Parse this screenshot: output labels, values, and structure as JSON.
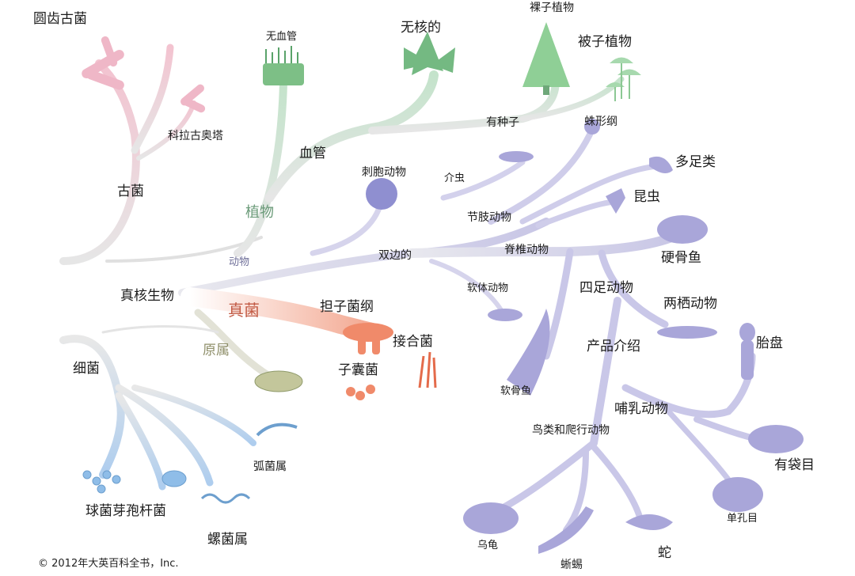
{
  "colors": {
    "archaea": "#f2c7d2",
    "plants": "#cfe8d5",
    "animals": "#cccbe6",
    "fungi": "#f2a894",
    "bacteria": "#c6dbf0",
    "trunk": "#d9d9d9",
    "animal_icon": "#a9a6d9",
    "plant_icon": "#7dbf86",
    "fungus_icon": "#f08a6a",
    "bacteria_icon": "#8fbde8"
  },
  "labels": {
    "archaea_header": "圆齿古菌",
    "korarchaeota": "科拉古奥塔",
    "archaea": "古菌",
    "avascular": "无血管",
    "seedless": "无核的",
    "gymnosperms": "裸子植物",
    "angiosperms": "被子植物",
    "vascular": "血管",
    "seeded": "有种子",
    "plants": "植物",
    "arachnids": "蛛形纲",
    "myriapods": "多足类",
    "insects": "昆虫",
    "crustaceans": "介虫",
    "cnidarians": "刺胞动物",
    "arthropods": "节肢动物",
    "bilateral": "双边的",
    "vertebrates": "脊椎动物",
    "bony_fish": "硬骨鱼",
    "animals": "动物",
    "molluscs": "软体动物",
    "tetrapods": "四足动物",
    "amphibians": "两栖动物",
    "eukaryotes": "真核生物",
    "fungi": "真菌",
    "basidiomycetes": "担子菌纲",
    "zygomycetes": "接合菌",
    "ascomycetes": "子囊菌",
    "protists": "原属",
    "amniotes": "产品介绍",
    "cartilaginous_fish": "软骨鱼",
    "placentals": "胎盘",
    "bacteria": "细菌",
    "mammals": "哺乳动物",
    "birds_reptiles": "鸟类和爬行动物",
    "marsupials": "有袋目",
    "vibrio": "弧菌属",
    "bacilli": "球菌芽孢杆菌",
    "monotremes": "单孔目",
    "turtle": "乌龟",
    "snake": "蛇",
    "spirilla": "螺菌属",
    "lizard": "蜥蜴",
    "copyright": "© 2012年大英百科全书，Inc."
  }
}
